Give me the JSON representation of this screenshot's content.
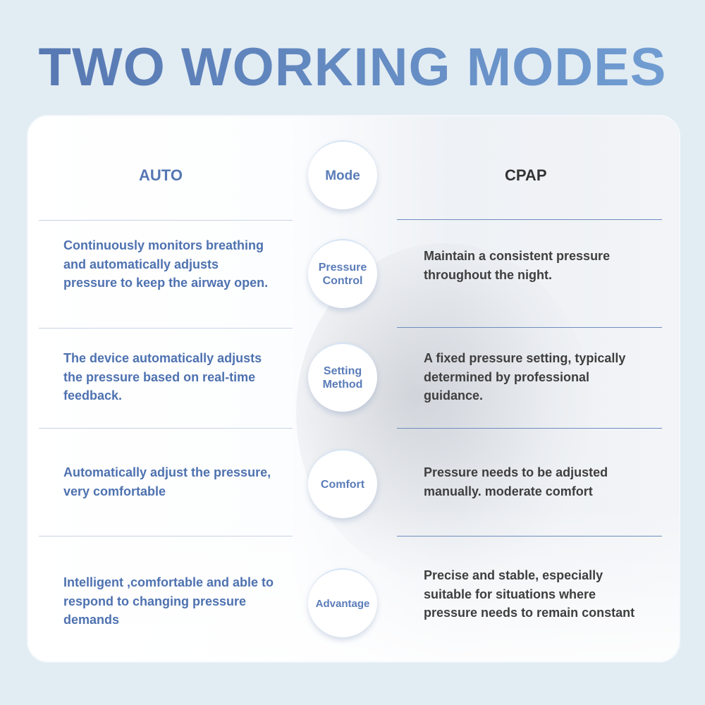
{
  "title": "TWO WORKING MODES",
  "columns": {
    "left": "AUTO",
    "center": "Mode",
    "right": "CPAP"
  },
  "rows": [
    {
      "label": "Pressure Control",
      "auto": "Continuously monitors breathing and automatically adjusts pressure to keep the airway open.",
      "cpap": "Maintain a consistent pressure throughout the night."
    },
    {
      "label": "Setting Method",
      "auto": "The device automatically adjusts the pressure based on real-time feedback.",
      "cpap": "A fixed pressure setting, typically determined by professional guidance."
    },
    {
      "label": "Comfort",
      "auto": "Automatically adjust the pressure, very comfortable",
      "cpap": "Pressure needs to be adjusted manually. moderate comfort"
    },
    {
      "label": "Advantage",
      "auto": "Intelligent ,comfortable and able to respond to changing pressure demands",
      "cpap": "Precise and stable, especially suitable for situations where pressure needs to remain constant"
    }
  ]
}
